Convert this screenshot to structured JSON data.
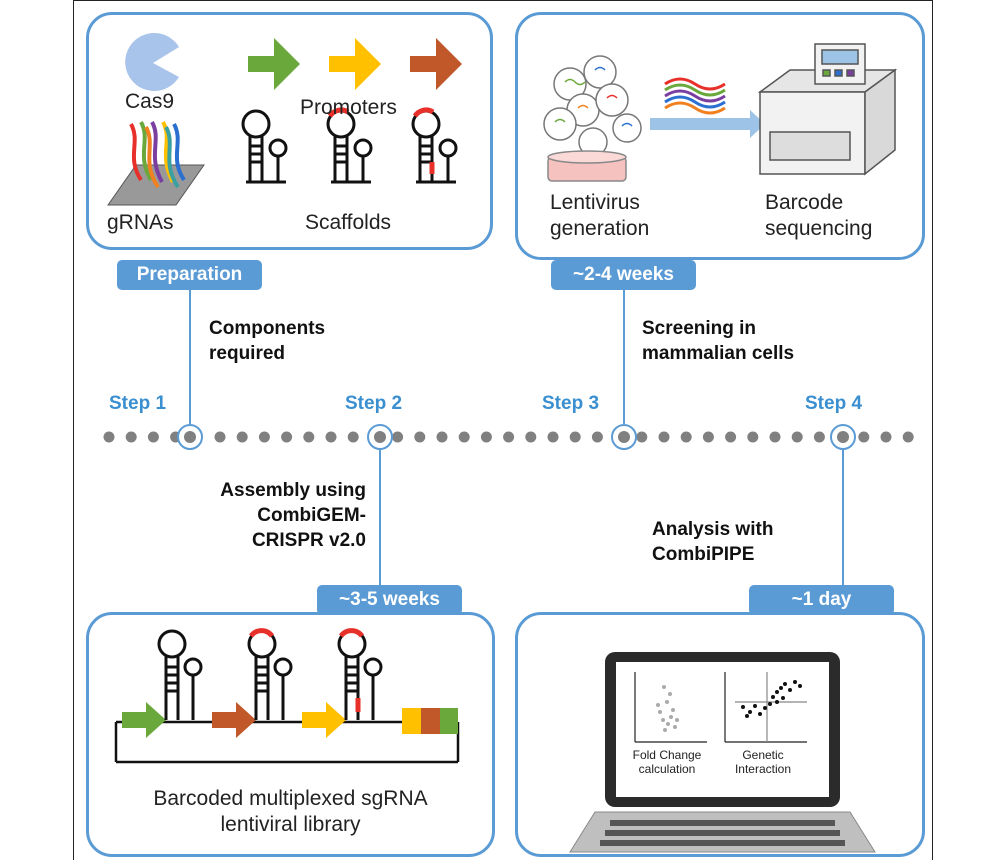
{
  "boxes": {
    "preparation": {
      "tag": "Preparation",
      "cas9": "Cas9",
      "promoters": "Promoters",
      "grnas": "gRNAs",
      "scaffolds": "Scaffolds"
    },
    "screening": {
      "tag": "~2-4 weeks",
      "lentivirus_line1": "Lentivirus",
      "lentivirus_line2": "generation",
      "barcode_line1": "Barcode",
      "barcode_line2": "sequencing"
    },
    "assembly": {
      "tag": "~3-5 weeks",
      "caption_line1": "Barcoded multiplexed sgRNA",
      "caption_line2": "lentiviral library"
    },
    "analysis": {
      "tag": "~1 day",
      "plot1_line1": "Fold Change",
      "plot1_line2": "calculation",
      "plot2_line1": "Genetic",
      "plot2_line2": "Interaction"
    }
  },
  "steps": {
    "step1": "Step 1",
    "step2": "Step 2",
    "step3": "Step 3",
    "step4": "Step 4"
  },
  "descriptions": {
    "step1_line1": "Components",
    "step1_line2": "required",
    "step2_line1": "Assembly using",
    "step2_line2": "CombiGEM-",
    "step2_line3": "CRISPR v2.0",
    "step3_line1": "Screening in",
    "step3_line2": "mammalian cells",
    "step4_line1": "Analysis with",
    "step4_line2": "CombiPIPE"
  },
  "colors": {
    "accent_blue": "#5b9bd5",
    "step_blue": "#3a8fd0",
    "promoter_green": "#6aa83b",
    "promoter_yellow": "#ffc000",
    "promoter_orange": "#c0582a",
    "cas9_blue": "#a9c4ea",
    "highlight_red": "#e8302a",
    "timeline_dot": "#808080"
  }
}
